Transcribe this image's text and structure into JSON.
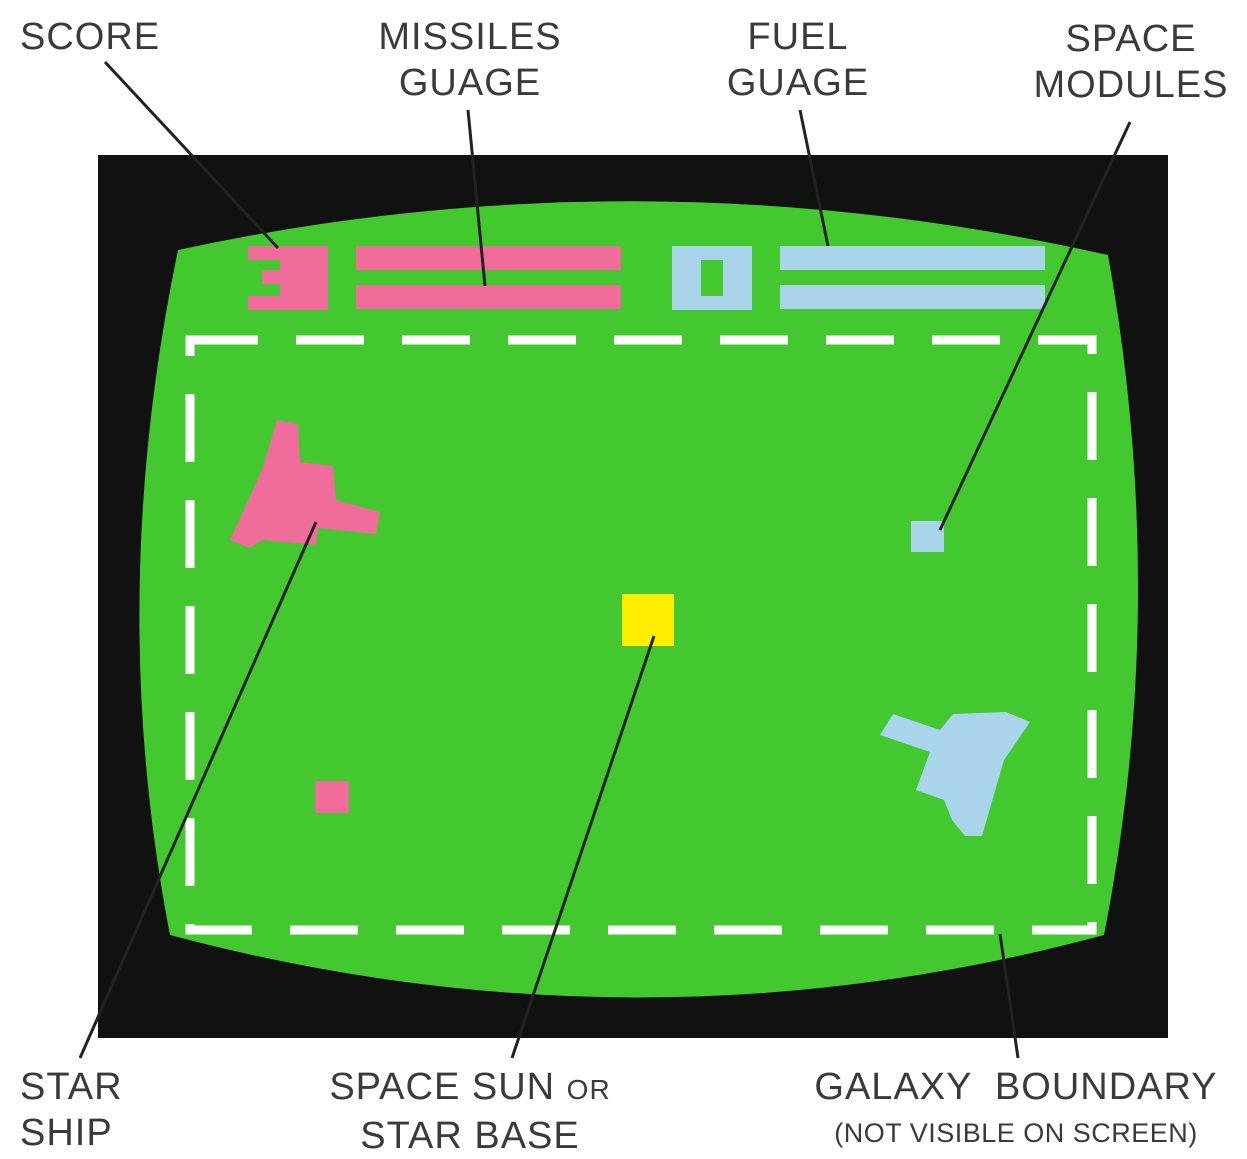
{
  "callouts": {
    "score": "SCORE",
    "missiles_gauge": [
      "MISSILES",
      "GUAGE"
    ],
    "fuel_gauge": [
      "FUEL",
      "GUAGE"
    ],
    "space_modules": [
      "SPACE",
      "MODULES"
    ],
    "star_ship": [
      "STAR",
      "SHIP"
    ],
    "space_sun_line1": "SPACE SUN",
    "space_sun_or": "OR",
    "space_sun_line2": "STAR BASE",
    "galaxy_boundary": "GALAXY  BOUNDARY",
    "galaxy_boundary_note": "(NOT VISIBLE ON SCREEN)"
  },
  "hud": {
    "player_score": "3",
    "enemy_score": "0"
  },
  "colors": {
    "screen_bezel": "#111111",
    "playfield": "#44c830",
    "player": "#f06c9b",
    "enemy": "#a9d4ea",
    "sun": "#ffee00",
    "boundary": "#ffffff",
    "leader_line": "#222222"
  }
}
